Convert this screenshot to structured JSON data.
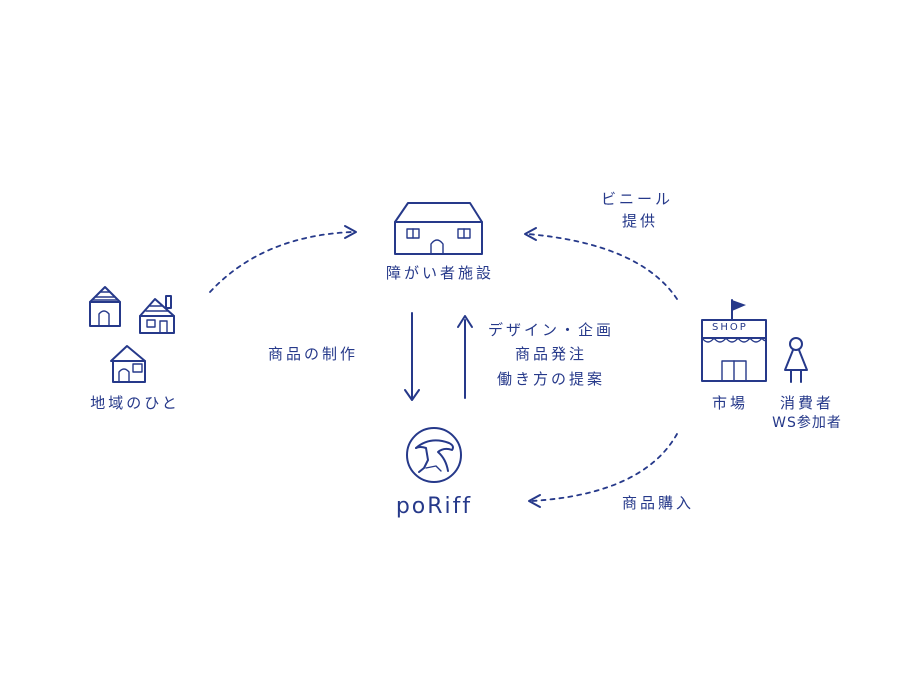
{
  "colors": {
    "ink": "#26398a",
    "background": "#ffffff"
  },
  "nodes": {
    "facility": {
      "label": "障がい者施設"
    },
    "community": {
      "label": "地域のひと"
    },
    "poriff": {
      "label": "poRiff"
    },
    "market": {
      "label": "市場",
      "shop_sign": "SHOP"
    },
    "consumers": {
      "label_line1": "消費者",
      "label_line2": "WS参加者"
    }
  },
  "edges": {
    "vinyl": {
      "label_line1": "ビニール",
      "label_line2": "提供"
    },
    "production": {
      "label": "商品の制作"
    },
    "design": {
      "label_line1": "デザイン・企画",
      "label_line2": "商品発注",
      "label_line3": "働き方の提案"
    },
    "purchase": {
      "label": "商品購入"
    }
  }
}
